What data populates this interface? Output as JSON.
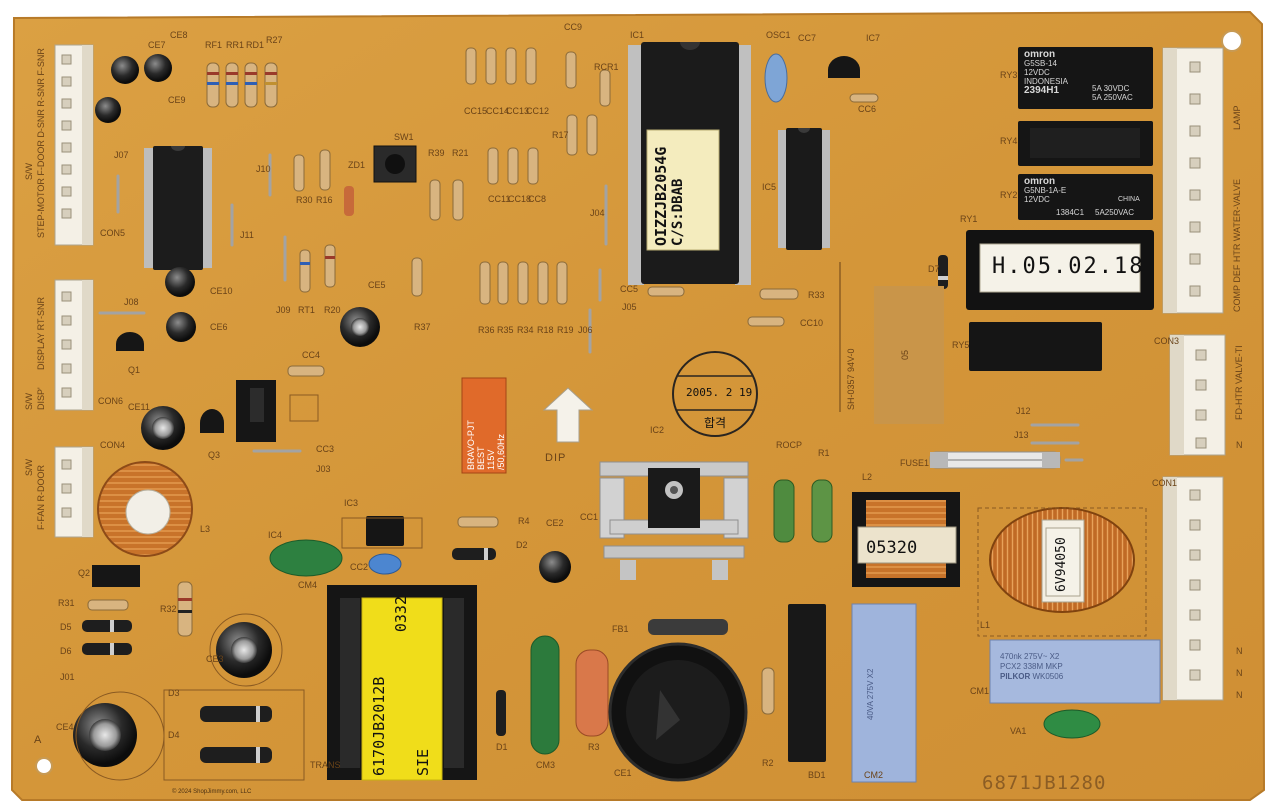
{
  "board": {
    "part_number": "6871JB1280",
    "colors": {
      "substrate": "#d99a3c",
      "substrate_dark": "#c8862c",
      "silkscreen": "#6a4318",
      "connector": "#f3efe6",
      "ic": "#1d1d1d",
      "copper_coil": "#c8732a"
    }
  },
  "stickers": {
    "mcu": "OIZZJB2054G",
    "mcu_line2": "C/S:DBAB",
    "date_label": "H.05.02.18",
    "inductor_code": "05320",
    "coil_code": "6V94050",
    "orange_label_line1": "BRAVO-PJT",
    "orange_label_line2": "BEST",
    "orange_label_line3": "115V",
    "orange_label_line4": "/50,60Hz",
    "stamp_date": "2005. 2 19",
    "stamp_text": "합격"
  },
  "transformer": {
    "line1": "6170JB2012B",
    "line2": "0332",
    "line3": "SIE"
  },
  "relays": {
    "ry3_brand": "omron",
    "ry3_model": "G5SB-14",
    "ry3_spec1": "12VDC",
    "ry3_spec2": "INDONESIA",
    "ry3_rating1": "5A 30VDC",
    "ry3_rating2": "5A 250VAC",
    "ry3_code": "2394H1",
    "ry2_brand": "omron",
    "ry2_model": "G5NB-1A-E",
    "ry2_spec1": "12VDC",
    "ry2_code": "1384C1",
    "ry2_rating": "5A250VAC",
    "ry2_origin": "CHINA"
  },
  "caps": {
    "x2_line1": "470nk 275V~ X2",
    "x2_line2": "PCX2 338M MKP",
    "x2_line3": "PILKOR",
    "x2_code": "WK0506",
    "cm2_text": "40VA 275V X2"
  },
  "silkscreen_text": {
    "ce7": "CE7",
    "ce8": "CE8",
    "ce9": "CE9",
    "rf1": "RF1",
    "rr1": "RR1",
    "rd1": "RD1",
    "r27": "R27",
    "cc15": "CC15",
    "cc14": "CC14",
    "cc13": "CC13",
    "cc12": "CC12",
    "cc9": "CC9",
    "rcr1": "RCR1",
    "ic1": "IC1",
    "osc1": "OSC1",
    "cc7": "CC7",
    "ic7": "IC7",
    "cc6": "CC6",
    "ry3": "RY3",
    "ry4": "RY4",
    "ry2": "RY2",
    "ry1": "RY1",
    "ry5": "RY5",
    "j07": "J07",
    "j10": "J10",
    "j11": "J11",
    "r30": "R30",
    "r16": "R16",
    "zd1": "ZD1",
    "sw1": "SW1",
    "r39": "R39",
    "r21": "R21",
    "r17": "R17",
    "cc11": "CC11",
    "cc18": "CC18",
    "cc8": "CC8",
    "j04": "J04",
    "ic5": "IC5",
    "d7": "D7",
    "con5": "CON5",
    "ce10": "CE10",
    "ce6": "CE6",
    "j09": "J09",
    "rt1": "RT1",
    "r20": "R20",
    "ce5": "CE5",
    "r37": "R37",
    "r36": "R36",
    "r35": "R35",
    "r34": "R34",
    "r18": "R18",
    "r19": "R19",
    "j06": "J06",
    "cc5": "CC5",
    "j05": "J05",
    "r33": "R33",
    "cc10": "CC10",
    "j08": "J08",
    "q1": "Q1",
    "con6": "CON6",
    "cc4": "CC4",
    "con3": "CON3",
    "ce11": "CE11",
    "q3": "Q3",
    "cc3": "CC3",
    "j03": "J03",
    "con4": "CON4",
    "dip": "DIP",
    "ic2": "IC2",
    "rocp": "ROCP",
    "r1": "R1",
    "j13": "J13",
    "j12": "J12",
    "fuse1": "FUSE1",
    "l2": "L2",
    "con1": "CON1",
    "l3": "L3",
    "ic4": "IC4",
    "ic3": "IC3",
    "r4": "R4",
    "ce2": "CE2",
    "d2": "D2",
    "cc1": "CC1",
    "q2": "Q2",
    "cm4": "CM4",
    "cc2": "CC2",
    "r31": "R31",
    "d5": "D5",
    "d6": "D6",
    "j01": "J01",
    "r32": "R32",
    "ce3": "CE3",
    "d3": "D3",
    "d4": "D4",
    "ce4": "CE4",
    "a": "A",
    "trans5": "TRANS",
    "d1": "D1",
    "cm3": "CM3",
    "fb1": "FB1",
    "r3": "R3",
    "ce1": "CE1",
    "r2": "R2",
    "bd1": "BD1",
    "cm2": "CM2",
    "l1": "L1",
    "cm1": "CM1",
    "va1": "VA1",
    "pcb_code": "SH-0357 94V-0",
    "pcb_code2": "05",
    "con_left1": "STEP-MOTOR F-DOOR D-SNR R-SNR F-SNR",
    "con_left1b": "S/W",
    "con_left2": "DISPLAY RT-SNR",
    "con_left3": "DISP'",
    "con_left3b": "S/W",
    "con_left4": "F-FAN R-DOOR",
    "con_left4b": "S/W",
    "con_right1": "LAMP",
    "con_right2": "COMP DEF HTR WATER-VALVE",
    "con_right3": "FD-HTR VALVE-TI",
    "con_right_n1": "N",
    "con_right_n2": "N",
    "con_right_n3": "N",
    "con_right_n4": "N",
    "copyright": "© 2024 ShopJimmy.com, LLC"
  }
}
